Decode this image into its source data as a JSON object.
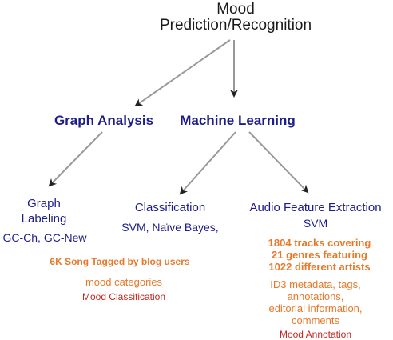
{
  "root": {
    "line1": "Mood",
    "line2": "Prediction/Recognition"
  },
  "graph_analysis": {
    "title": "Graph Analysis",
    "labeling_line1": "Graph",
    "labeling_line2": "Labeling",
    "methods": "GC-Ch, GC-New",
    "dataset": "6K Song Tagged by blog users",
    "categories": "mood categories",
    "task": "Mood Classification"
  },
  "machine_learning": {
    "title": "Machine  Learning",
    "classification": {
      "title": "Classification",
      "methods": "SVM, Naïve Bayes,"
    },
    "audio": {
      "title": "Audio Feature Extraction",
      "method": "SVM",
      "stats": [
        "1804 tracks covering",
        "21 genres featuring",
        "1022 different artists"
      ],
      "metadata": [
        "ID3 metadata, tags,",
        "annotations,",
        "editorial information,",
        "comments"
      ],
      "task": "Mood Annotation"
    }
  },
  "colors": {
    "dark_blue": "#1c1c8a",
    "orange": "#e8782a",
    "red": "#c0281e",
    "arrow": "#999999"
  }
}
